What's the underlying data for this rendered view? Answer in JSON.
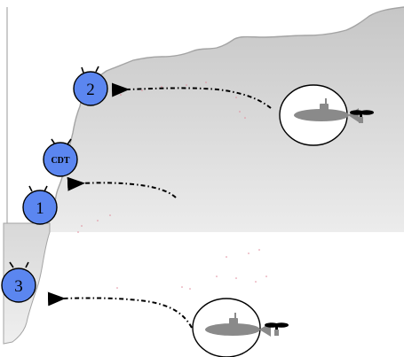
{
  "colors": {
    "sea_top": "#c6c6c6",
    "sea_bottom": "#ececec",
    "coast_line": "#a4a4a4",
    "sensor_fill": "#5b86f0",
    "sensor_stroke": "#000000",
    "sub_fill": "#8a8a8a",
    "arrow": "#000000",
    "speckle": "#e08a9a"
  },
  "nodes": [
    {
      "id": "node-2",
      "label": "2",
      "icon": "sensor-node-icon"
    },
    {
      "id": "node-cdt",
      "label": "CDT",
      "icon": "sensor-node-icon"
    },
    {
      "id": "node-1",
      "label": "1",
      "icon": "sensor-node-icon"
    },
    {
      "id": "node-3",
      "label": "3",
      "icon": "sensor-node-icon"
    }
  ],
  "vehicles": [
    {
      "id": "submarine-upper",
      "icon": "submarine-icon"
    },
    {
      "id": "submarine-lower",
      "icon": "submarine-icon"
    }
  ]
}
